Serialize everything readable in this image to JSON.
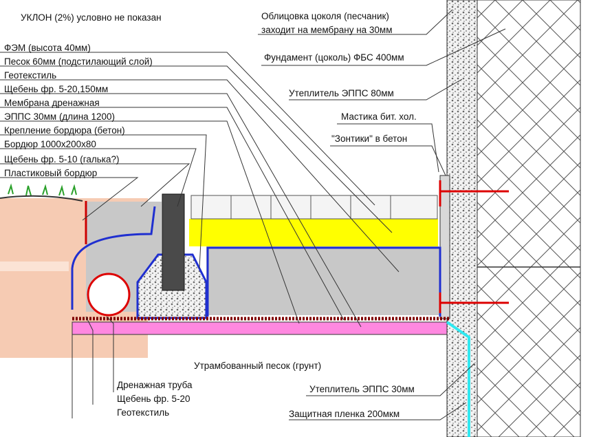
{
  "title_note": "УКЛОН (2%) условно не показан",
  "labels_left": [
    "ФЭМ (высота 40мм)",
    "Песок 60мм (подстилающий слой)",
    "Геотекстиль",
    "Щебень фр. 5-20,150мм",
    "Мембрана дренажная",
    "ЭППС 30мм (длина 1200)",
    "Крепление бордюра (бетон)",
    "Бордюр 1000х200х80",
    "Щебень фр. 5-10 (галька?)",
    "Пластиковый бордюр"
  ],
  "labels_right": {
    "cladding_line1": "Облицовка цоколя (песчаник)",
    "cladding_line2": "заходит на мембрану на 30мм",
    "foundation": "Фундамент (цоколь) ФБС 400мм",
    "insulation_80": "Утеплитель ЭППС 80мм",
    "mastic": "Мастика бит. хол.",
    "umbrellas": "\"Зонтики\" в бетон"
  },
  "labels_bottom": {
    "ground": "Утрамбованный песок (грунт)",
    "drain_pipe": "Дренажная труба",
    "gravel_bottom": "Щебень фр. 5-20",
    "geotextile_bottom": "Геотекстиль",
    "insulation_30": "Утеплитель ЭППС 30мм",
    "protective_film": "Защитная пленка 200мкм"
  },
  "colors": {
    "sand_yellow": "#ffff00",
    "gravel_gray": "#c8c8c8",
    "membrane_red": "#cc0000",
    "geotextile_blue": "#1f2fd0",
    "epps_pink": "#ff88e0",
    "film_cyan": "#30e8f0",
    "soil": "#f6cbb3",
    "grass_green": "#2aa02a"
  }
}
